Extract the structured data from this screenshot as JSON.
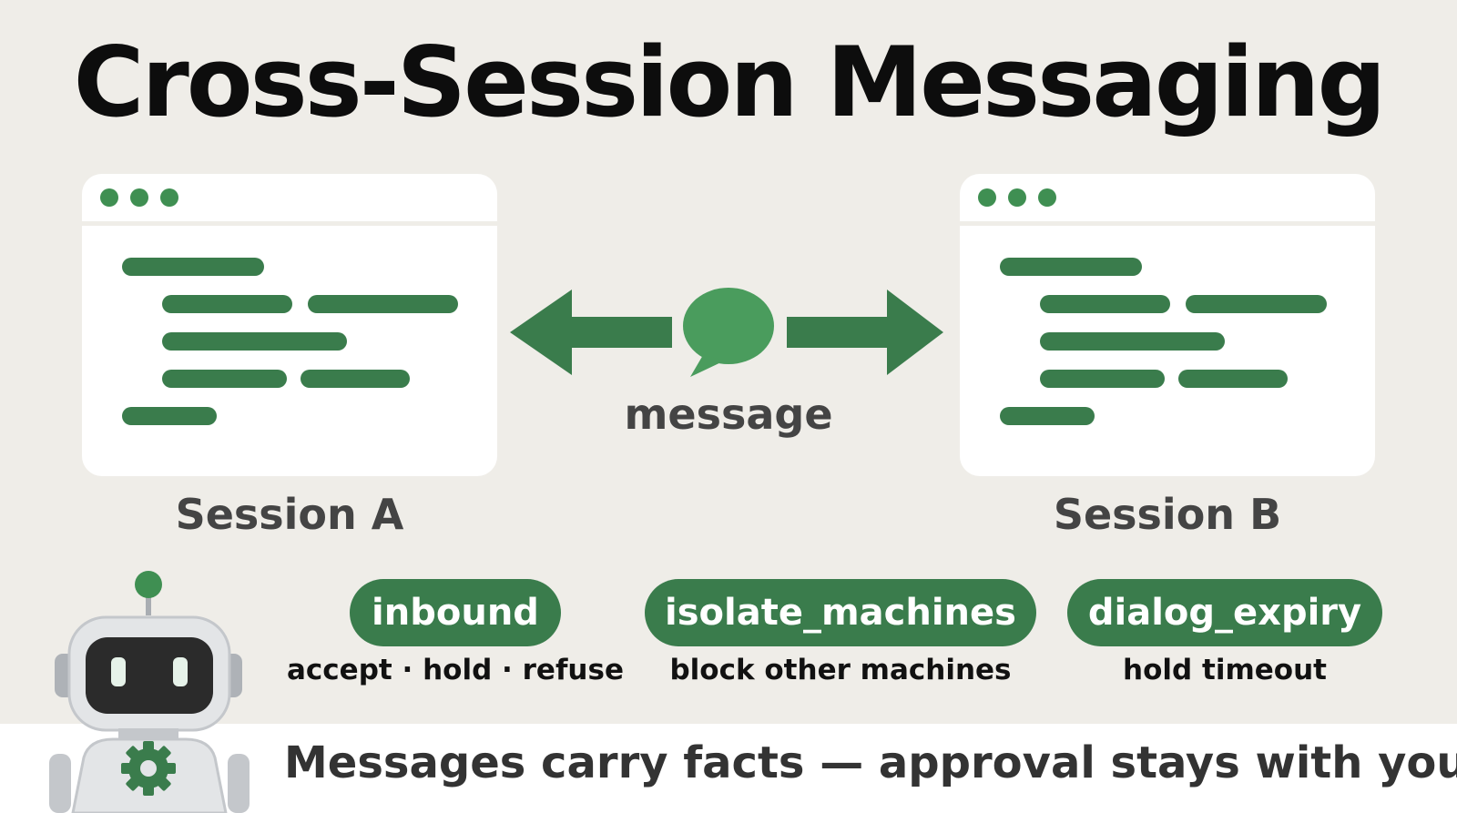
{
  "title": "Cross-Session Messaging",
  "sessions": [
    {
      "label": "Session A"
    },
    {
      "label": "Session B"
    }
  ],
  "message": {
    "label": "message",
    "icon": "speech-bubble-icon"
  },
  "settings": [
    {
      "name": "inbound",
      "description": "accept · hold · refuse"
    },
    {
      "name": "isolate_machines",
      "description": "block other machines"
    },
    {
      "name": "dialog_expiry",
      "description": "hold timeout"
    }
  ],
  "footer": {
    "text": "Messages carry facts — approval stays with you."
  },
  "colors": {
    "background": "#efede8",
    "accent": "#3a7c4c",
    "accent_light": "#4a9c5d",
    "text_dark": "#0d0d0d",
    "text_gray": "#444444"
  },
  "icons": [
    "window-dot-icon",
    "double-arrow-icon",
    "speech-bubble-icon",
    "robot-icon",
    "gear-icon"
  ]
}
